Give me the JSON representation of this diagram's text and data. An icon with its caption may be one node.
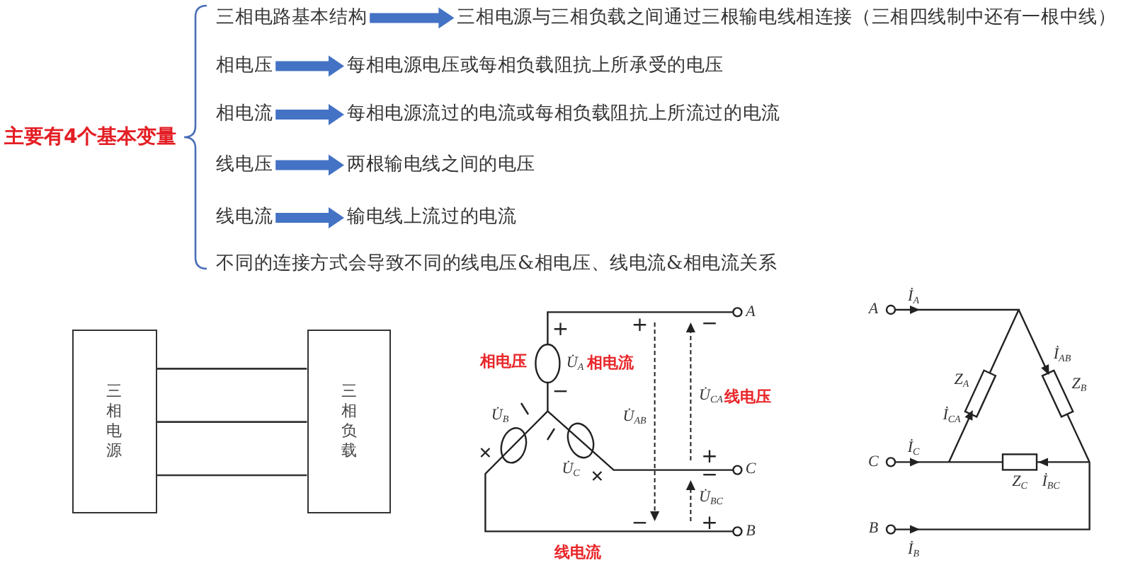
{
  "diagram": {
    "nodes": [
      {
        "text": [
          "三相电路基本结构"
        ]
      },
      {
        "text": [
          "三相电源与三相负载之间通过三根输电线相连接（三相四线制中还有一根中线）"
        ]
      },
      {
        "text": [
          "相电压"
        ]
      },
      {
        "text": [
          "每相电源电压或每相负载阻抗上所承受的电压"
        ]
      },
      {
        "text": [
          "相电流"
        ]
      },
      {
        "text": [
          "每相电源流过的电流或每相负载阻抗上所流过的电流"
        ]
      },
      {
        "text": [
          "线电压"
        ]
      },
      {
        "text": [
          "两根输电线之间的电压"
        ]
      },
      {
        "text": [
          "线电流"
        ]
      },
      {
        "text": [
          "输电线上流过的电流"
        ]
      },
      {
        "text": [
          "三相电源"
        ]
      },
      {
        "text": [
          "三相负载"
        ]
      }
    ],
    "edges": [
      {
        "from": 0,
        "to": 1,
        "arrow": "to"
      },
      {
        "from": 2,
        "to": 3,
        "arrow": "to"
      },
      {
        "from": 4,
        "to": 5,
        "arrow": "to"
      },
      {
        "from": 6,
        "to": 7,
        "arrow": "to"
      },
      {
        "from": 8,
        "to": 9,
        "arrow": "to"
      },
      {
        "from": 10,
        "to": 11,
        "arrow": "none",
        "color": "#333333"
      },
      {
        "from": 10,
        "to": 11,
        "arrow": "none",
        "color": "#333333"
      },
      {
        "from": 10,
        "to": 11,
        "arrow": "none",
        "color": "#333333"
      }
    ],
    "labels": [
      "主要有4个基本变量",
      "不同的连接方式会导致不同的线电压&相电压、线电流&相电流关系",
      "+",
      "+",
      "−",
      "A",
      "相电压",
      "U̇$_{A}$",
      "相电流",
      "−",
      "U̇$_{CA}$",
      "线电压",
      "U̇$_{B}$",
      "U̇$_{AB}$",
      "+",
      "U̇$_{C}$",
      "−",
      "C",
      "U̇$_{BC}$",
      "−",
      "+",
      "B",
      "线电流",
      "İ$_{A}$",
      "A",
      "İ$_{AB}$",
      "Z$_{A}$",
      "Z$_{B}$",
      "İ$_{CA}$",
      "İ$_{C}$",
      "C",
      "Z$_{C}$",
      "İ$_{BC}$",
      "B",
      "İ$_{B}$"
    ]
  }
}
